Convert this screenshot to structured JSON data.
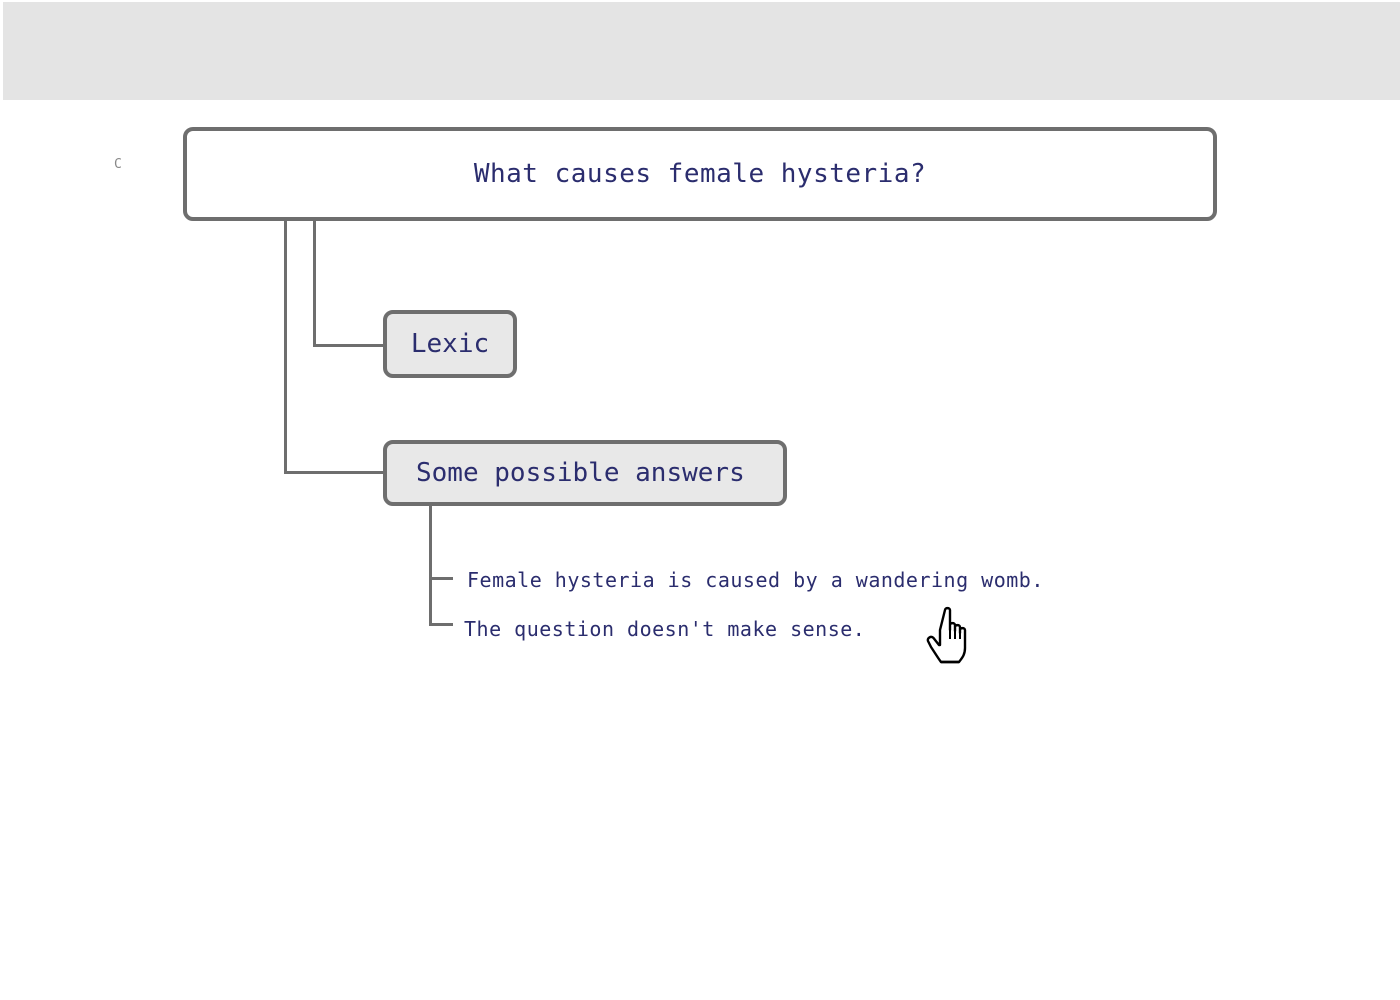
{
  "corner_marker": "C",
  "tree": {
    "question": "What causes female hysteria?",
    "children": [
      {
        "label": "Lexic"
      },
      {
        "label": "Some possible answers",
        "answers": [
          "Female hysteria is caused by a wandering womb.",
          "The question doesn't make sense."
        ]
      }
    ]
  },
  "cursor": {
    "icon": "hand-pointer-icon"
  }
}
